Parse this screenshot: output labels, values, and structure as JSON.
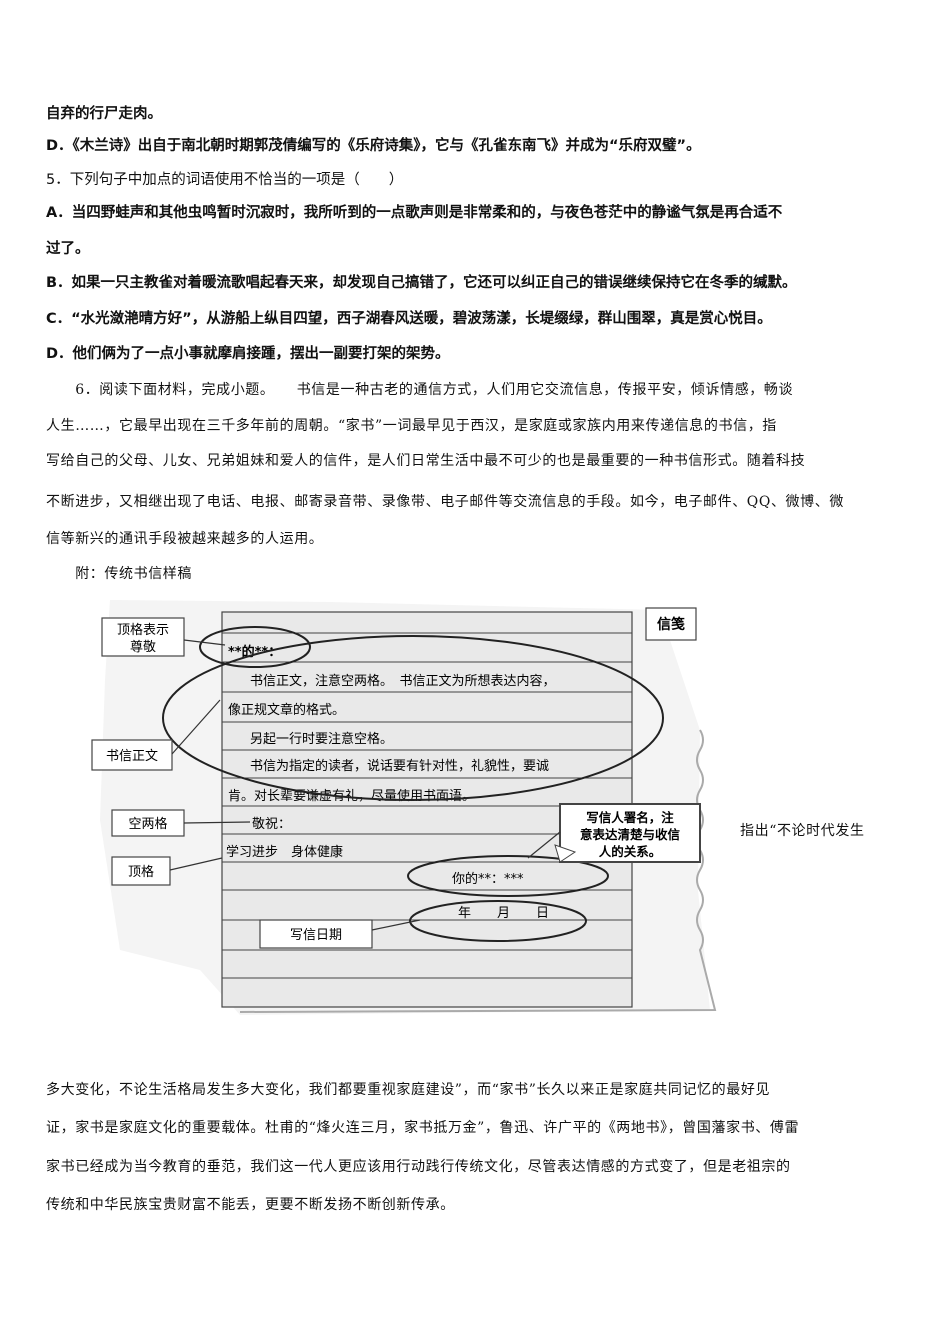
{
  "lines": {
    "l1": "自弃的行尸走肉。",
    "l2": "D．《木兰诗》出自于南北朝时期郭茂倩编写的《乐府诗集》，它与《孔雀东南飞》并成为“乐府双璧”。",
    "q5": "5．下列句子中加点的词语使用不恰当的一项是（　　）",
    "a1": "A．当四野蛙声和其他虫鸣暂时沉寂时，我所听到的一点歌声则是非常柔和的，与夜色苍茫中的静谧气氛是再合适不",
    "a2": "过了。",
    "b": "B．如果一只主教雀对着暖流歌唱起春天来，却发现自己搞错了，它还可以纠正自己的错误继续保持它在冬季的缄默。",
    "c": "C．“水光潋滟晴方好”，从游船上纵目四望，西子湖春风送暖，碧波荡漾，长堤缀绿，群山围翠，真是赏心悦目。",
    "d": "D．他们俩为了一点小事就摩肩接踵，摆出一副要打架的架势。",
    "p1": "　　6．阅读下面材料，完成小题。　　书信是一种古老的通信方式，人们用它交流信息，传报平安，倾诉情感，畅谈",
    "p2": "人生……，它最早出现在三千多年前的周朝。“家书”一词最早见于西汉，是家庭或家族内用来传递信息的书信，指",
    "p3": "写给自己的父母、儿女、兄弟姐妹和爱人的信件，是人们日常生活中最不可少的也是最重要的一种书信形式。随着科技",
    "p4": "不断进步，又相继出现了电话、电报、邮寄录音带、录像带、电子邮件等交流信息的手段。如今，电子邮件、QQ、微博、微",
    "p5": "信等新兴的通讯手段被越来越多的人运用。",
    "p6": "　　附：传统书信样稿",
    "side": "指出“不论时代发生",
    "q1": "多大变化，不论生活格局发生多大变化，我们都要重视家庭建设”，而“家书”长久以来正是家庭共同记忆的最好见",
    "q2": "证，家书是家庭文化的重要载体。杜甫的“烽火连三月，家书抵万金”，鲁迅、许广平的《两地书》，曾国藩家书、傅雷",
    "q3": "家书已经成为当今教育的垂范，我们这一代人更应该用行动践行传统文化，尽管表达情感的方式变了，但是老祖宗的",
    "q4": "传统和中华民族宝贵财富不能丢，更要不断发扬不断创新传承。"
  },
  "figure": {
    "label_top": [
      "顶格表示",
      "尊敬"
    ],
    "label_xinjian": "信笺",
    "salutation": "**的**：",
    "body1": "书信正文，注意空两格。　书信正文为所想表达内容，",
    "body2": "像正规文章的格式。",
    "body3": "另起一行时要注意空格。",
    "body4": "书信为指定的读者，说话要有针对性，礼貌性，要诚",
    "body5": "肯。对长辈要谦虚有礼，尽量使用书面语。",
    "label_body": "书信正文",
    "label_kong": "空两格",
    "jingzhu": "敬祝：",
    "label_ding": "顶格",
    "wish": "学习进步　身体健康",
    "sign_note": [
      "写信人署名，注",
      "意表达清楚与收信",
      "人的关系。"
    ],
    "signature": "你的**：***",
    "date": "年　　月　　日",
    "label_date": "写信日期"
  }
}
